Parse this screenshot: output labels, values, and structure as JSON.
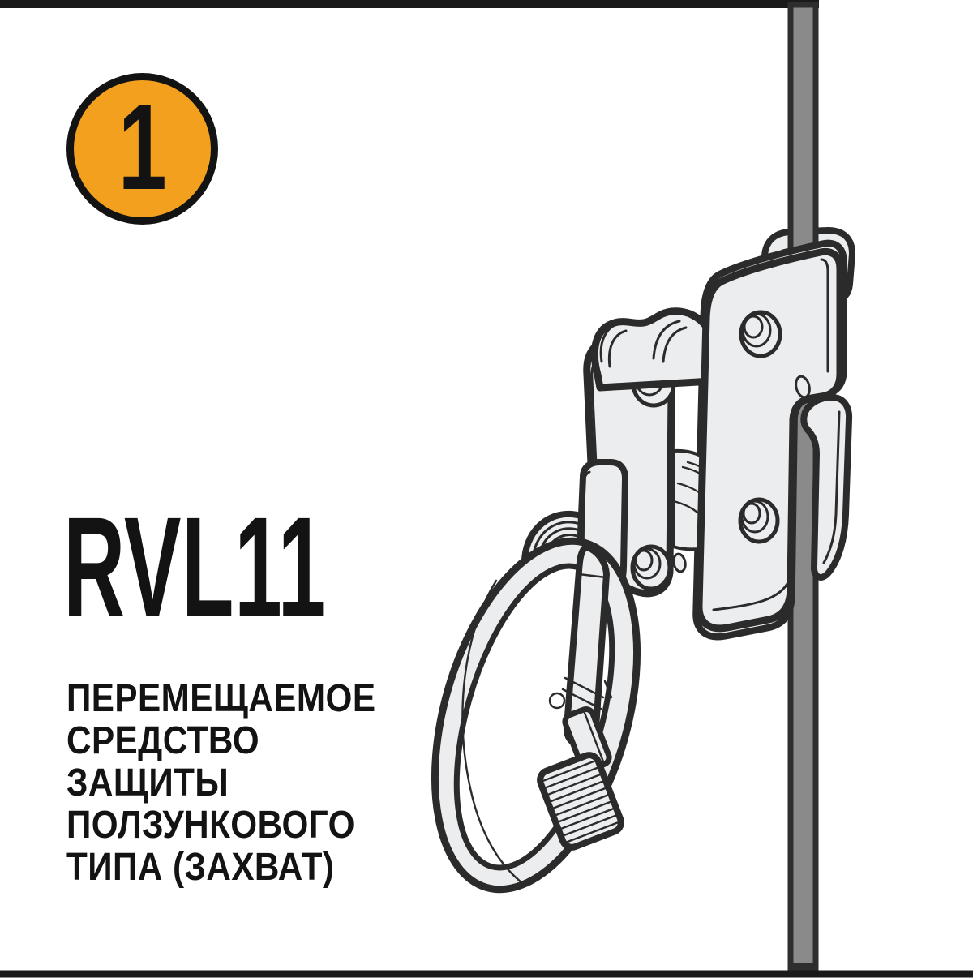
{
  "badge": {
    "number": "1"
  },
  "product": {
    "code": "RVL11",
    "description_lines": [
      "ПЕРЕМЕЩАЕМОЕ",
      "СРЕДСТВО",
      "ЗАЩИТЫ",
      "ПОЛЗУНКОВОГО",
      "ТИПА (ЗАХВАТ)"
    ]
  },
  "illustration": {
    "parts": [
      "ceiling-line",
      "anchor-line-rope",
      "rope-grab-device",
      "attachment-ring",
      "screw-lock-carabiner",
      "floor-line"
    ]
  },
  "colors": {
    "badge_orange": "#F2A01E",
    "outline": "#2B2B2C",
    "device_fill": "#ECEDEE",
    "rope_gray": "#8A8A8A",
    "line_black": "#1A1A1A",
    "text_black": "#131313",
    "bg_white": "#FFFFFF"
  }
}
